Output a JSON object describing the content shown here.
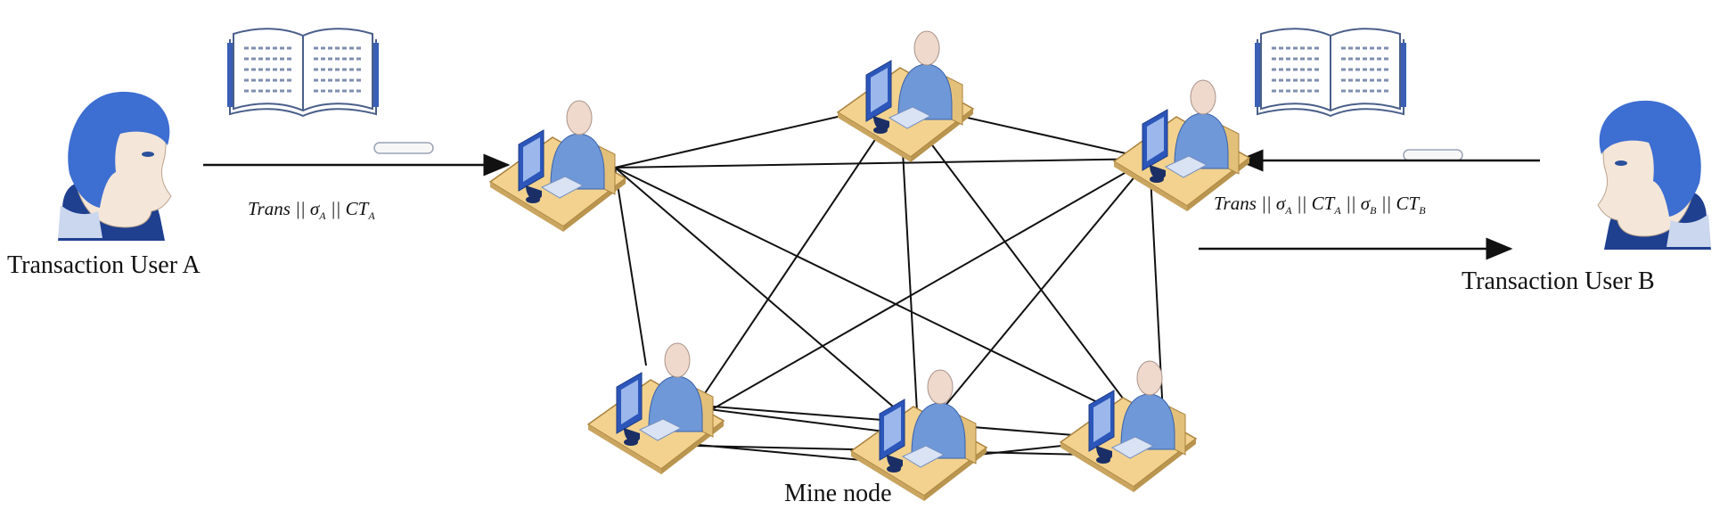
{
  "diagram": {
    "user_a": {
      "label": "Transaction User A"
    },
    "user_b": {
      "label": "Transaction User B"
    },
    "mine_node_label": "Mine node",
    "formula_a": {
      "base": "Trans",
      "parts": [
        "σ",
        "A",
        "CT",
        "A"
      ]
    },
    "formula_b": {
      "base": "Trans",
      "parts": [
        "σ",
        "A",
        "CT",
        "A",
        "σ",
        "B",
        "CT",
        "B"
      ]
    }
  },
  "icons": {
    "user": "user-head-icon",
    "ledger": "open-book-icon",
    "node": "workstation-user-icon"
  },
  "colors": {
    "user_blue": "#3f6fd0",
    "skin": "#f2e3d2",
    "desk": "#f0d08c",
    "monitor": "#2d55b8",
    "person": "#6e98d8",
    "edge": "#111111"
  }
}
